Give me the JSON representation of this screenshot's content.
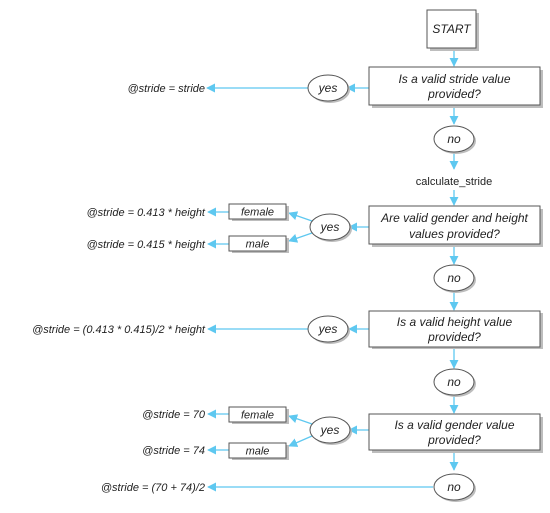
{
  "flowchart": {
    "start": "START",
    "q1": {
      "line1": "Is a valid stride value",
      "line2": "provided?"
    },
    "q1_yes": "yes",
    "q1_no": "no",
    "out1": "@stride = stride",
    "calc": "calculate_stride",
    "q2": {
      "line1": "Are valid gender and height",
      "line2": "values provided?"
    },
    "q2_yes": "yes",
    "q2_no": "no",
    "q2_female": "female",
    "q2_male": "male",
    "out2_female": "@stride = 0.413 * height",
    "out2_male": "@stride = 0.415 * height",
    "q3": {
      "line1": "Is a valid height value",
      "line2": "provided?"
    },
    "q3_yes": "yes",
    "q3_no": "no",
    "out3": "@stride = (0.413 * 0.415)/2 * height",
    "q4": {
      "line1": "Is a valid gender value",
      "line2": "provided?"
    },
    "q4_yes": "yes",
    "q4_no": "no",
    "q4_female": "female",
    "q4_male": "male",
    "out4_female": "@stride = 70",
    "out4_male": "@stride = 74",
    "out_final": "@stride = (70 + 74)/2"
  },
  "colors": {
    "connector": "#5ec8f0",
    "outline": "#555555",
    "shadow": "#bdbdbd"
  }
}
